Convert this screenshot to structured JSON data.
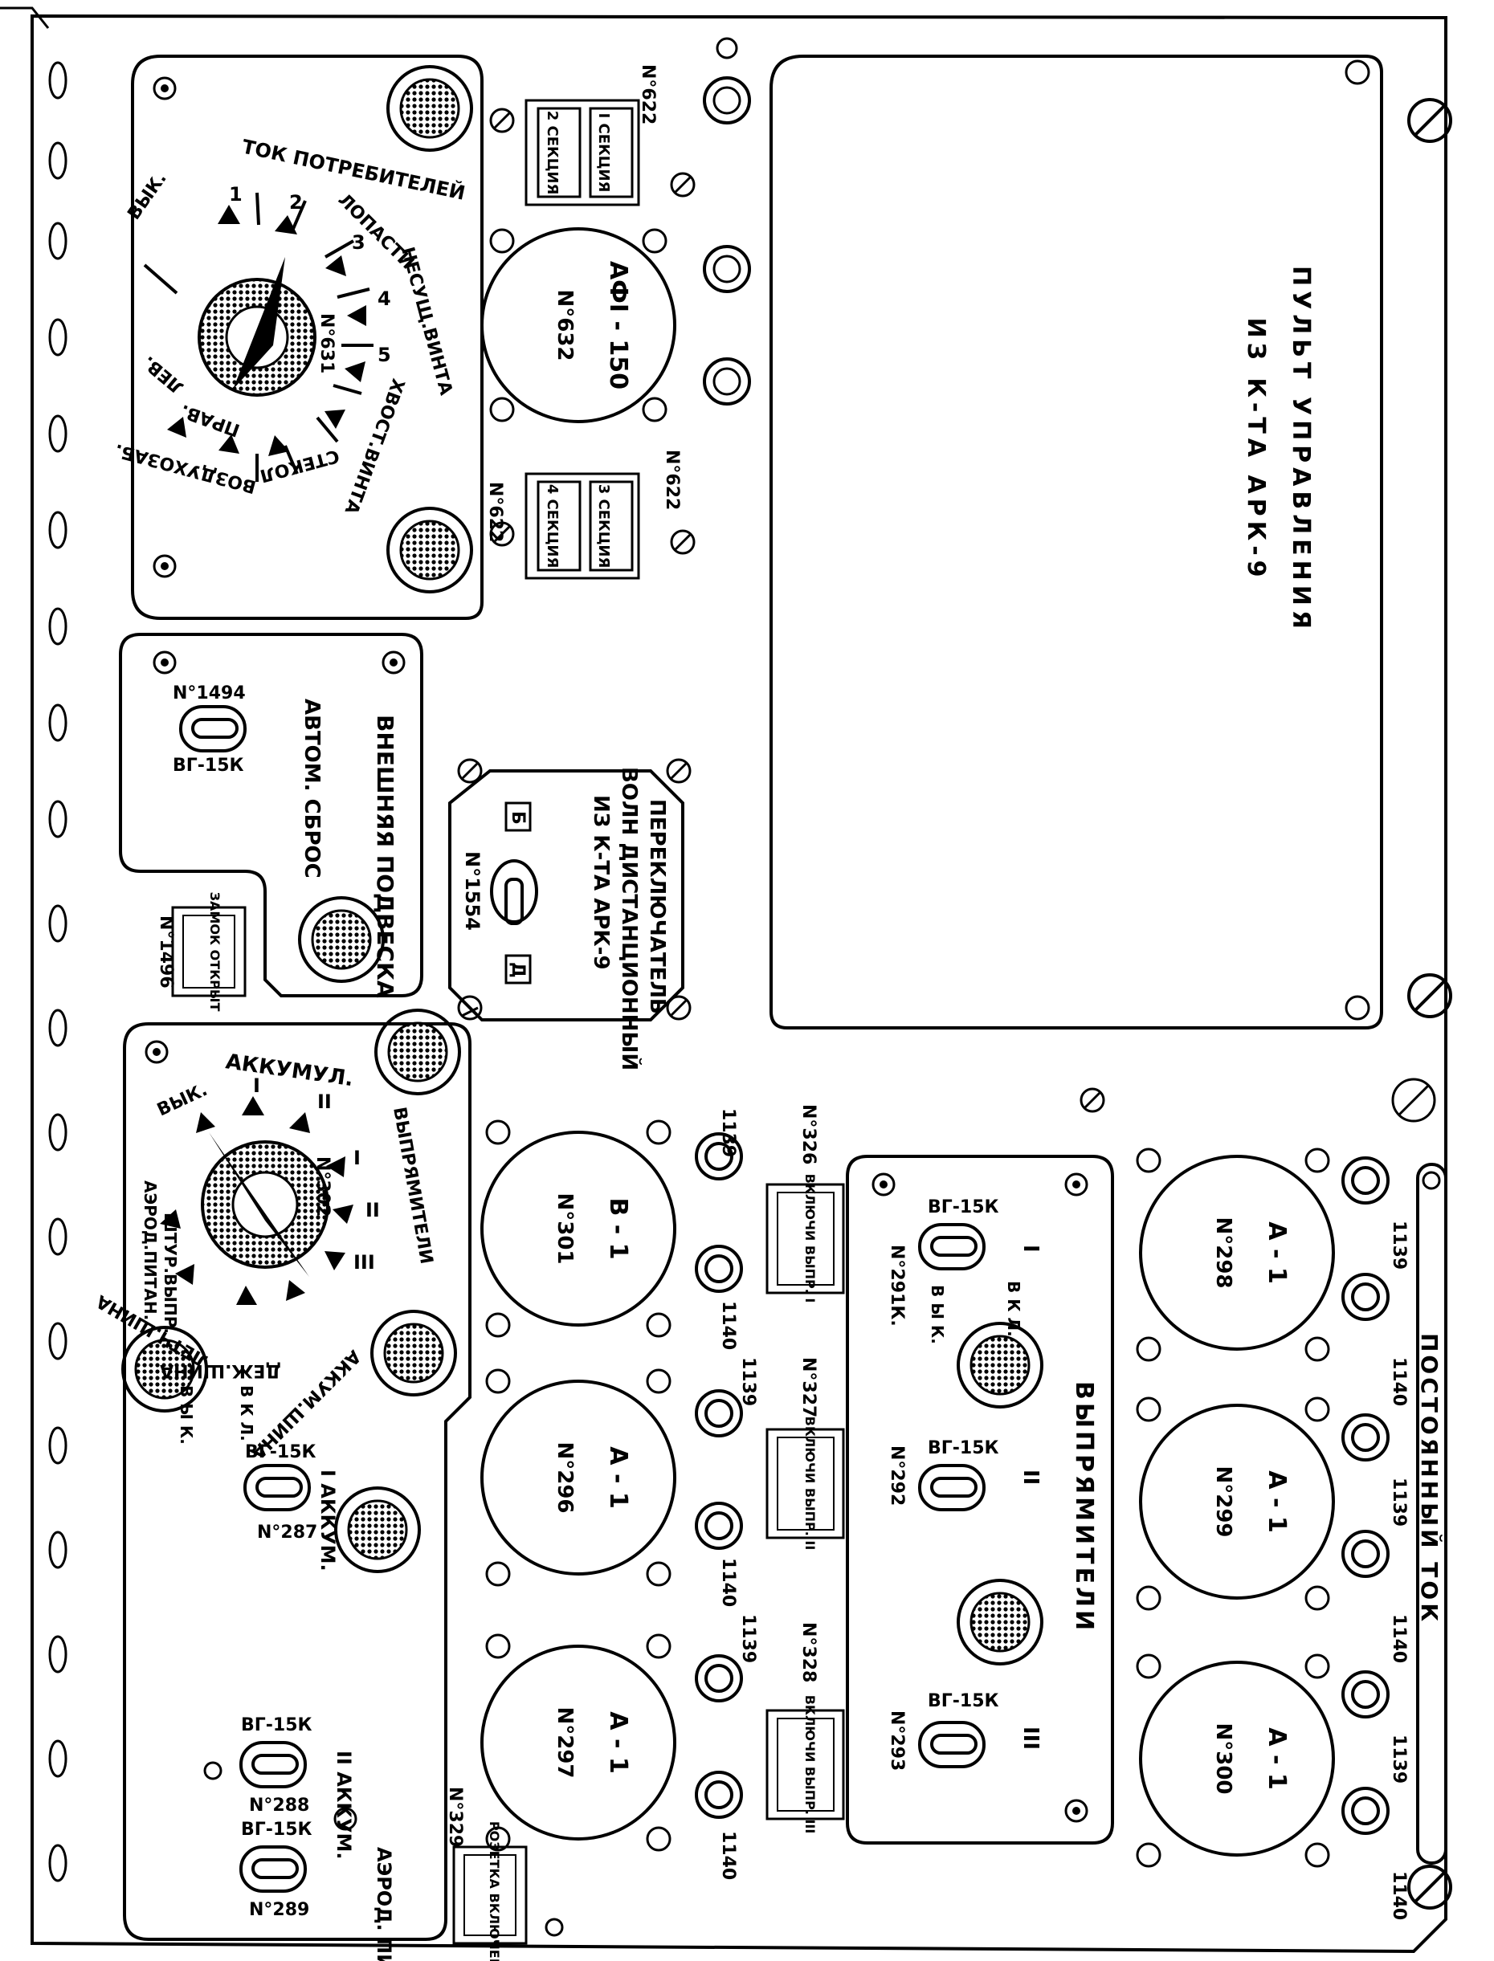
{
  "main_panel": {
    "title_console": "ПУЛЬТ УПРАВЛЕНИЯ",
    "title_console_2": "ИЗ К-ТА АРК-9",
    "title_dc": "ПОСТОЯННЫЙ ТОК"
  },
  "consumer_switch": {
    "title": "ТОК ПОТРЕБИТЕЛЕЙ",
    "number": "N°631",
    "positions": [
      "ВЫК.",
      "1",
      "2",
      "3",
      "4",
      "5"
    ],
    "labels": [
      "ЛОПАСТИ",
      "НЕСУЩ.ВИНТА",
      "ХВОСТ.ВИНТА",
      "СТЕКОЛ",
      "ПРАВ.",
      "ЛЕВ.",
      "ВОЗДУХОЗАБ."
    ]
  },
  "sections": {
    "s1": "I СЕКЦИЯ",
    "s2": "2 СЕКЦИЯ",
    "s3": "3 СЕКЦИЯ",
    "s4": "4 СЕКЦИЯ",
    "n_top": "N°622",
    "n_bottom": "N°622"
  },
  "afi": {
    "label": "АФI - 150",
    "number": "N°632"
  },
  "suspension": {
    "title": "ВНЕШНЯЯ ПОДВЕСКА",
    "switch_label": "АВТОМ. СБРОС",
    "switch_number": "N°1494",
    "switch_type": "ВГ-15К",
    "lock_label": "ЗАМОК ОТКРЫТ",
    "lock_number": "N°1496"
  },
  "wave_switch": {
    "title": "ПЕРЕКЛЮЧАТЕЛЬ",
    "title_2": "ВОЛН ДИСТАНЦИОННЫЙ",
    "title_3": "ИЗ К-ТА АРК-9",
    "pos_b": "Б",
    "pos_d": "Д",
    "number": "N°1554"
  },
  "battery_switch": {
    "number": "N°302",
    "positions": [
      "ВЫК.",
      "I",
      "II",
      "I",
      "II",
      "III"
    ],
    "labels": [
      "АККУМУЛ.",
      "ВЫПРЯМИТЕЛИ",
      "АККУМ.ШИНА",
      "ДЕЖ.ШИНА",
      "ЛЕТЧ.ШИНА",
      "АЭРОД.ПИТАН.",
      "ШТУР.ВЫПР."
    ]
  },
  "toggles": {
    "t287_type": "ВГ-15К",
    "t287_number": "N°287",
    "t287_label": "I АККУМ.",
    "t288_type": "ВГ-15К",
    "t288_number": "N°288",
    "t288_label": "II АККУМ.",
    "t289_type": "ВГ-15К",
    "t289_number": "N°289",
    "t289_label": "АЭРОД. ПИТАН.",
    "vkl_letters": "В К Л.",
    "vyk_letters": "В Ы К."
  },
  "rectifiers": {
    "title": "ВЫПРЯМИТЕЛИ",
    "t291_type": "ВГ-15К",
    "t291_number": "N°291К.",
    "t291_roman": "I",
    "t292_type": "ВГ-15К",
    "t292_number": "N°292",
    "t292_roman": "II",
    "t293_type": "ВГ-15К",
    "t293_number": "N°293",
    "t293_roman": "III",
    "vkl1": "ВКЛЮЧИ ВЫПР. I",
    "vkl1_n": "N°326",
    "vkl2": "ВКЛЮЧИ ВЫПР. II",
    "vkl2_n": "N°327",
    "vkl3": "ВКЛЮЧИ ВЫПР. III",
    "vkl3_n": "N°328",
    "socket": "РОЗЕТКА ВКЛЮЧЕН",
    "socket_n": "N°329"
  },
  "meters": {
    "m301_label": "В - 1",
    "m301_n": "N°301",
    "m296_label": "А - 1",
    "m296_n": "N°296",
    "m297_label": "А - 1",
    "m297_n": "N°297",
    "m298_label": "А - 1",
    "m298_n": "N°298",
    "m299_label": "А - 1",
    "m299_n": "N°299",
    "m300_label": "А - 1",
    "m300_n": "N°300"
  },
  "lamp_numbers": {
    "a": "1139",
    "b": "1140"
  }
}
